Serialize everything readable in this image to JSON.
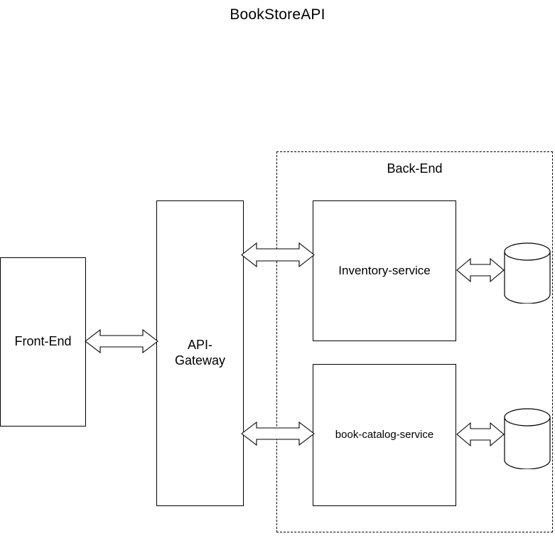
{
  "diagram": {
    "title": "BookStoreAPI",
    "background_color": "#ffffff",
    "stroke_color": "#000000"
  },
  "nodes": {
    "frontend": {
      "label": "Front-End",
      "shape": "rectangle"
    },
    "gateway": {
      "label": "API-\nGateway",
      "shape": "rectangle"
    },
    "inventory_service": {
      "label": "Inventory-service",
      "shape": "rectangle"
    },
    "catalog_service": {
      "label": "book-catalog-service",
      "shape": "rectangle"
    },
    "inventory_db": {
      "label": "",
      "shape": "cylinder",
      "icon": "database-cylinder-icon"
    },
    "catalog_db": {
      "label": "",
      "shape": "cylinder",
      "icon": "database-cylinder-icon"
    }
  },
  "groups": {
    "backend": {
      "label": "Back-End",
      "style": "dashed"
    }
  },
  "connectors": [
    {
      "id": "frontend-gateway",
      "from": "frontend",
      "to": "gateway",
      "type": "bidirectional-block-arrow",
      "label": ""
    },
    {
      "id": "gateway-inventory",
      "from": "gateway",
      "to": "inventory_service",
      "type": "bidirectional-block-arrow",
      "label": ""
    },
    {
      "id": "gateway-catalog",
      "from": "gateway",
      "to": "catalog_service",
      "type": "bidirectional-block-arrow",
      "label": ""
    },
    {
      "id": "inventory-db",
      "from": "inventory_service",
      "to": "inventory_db",
      "type": "bidirectional-block-arrow",
      "label": ""
    },
    {
      "id": "catalog-db",
      "from": "catalog_service",
      "to": "catalog_db",
      "type": "bidirectional-block-arrow",
      "label": ""
    }
  ]
}
